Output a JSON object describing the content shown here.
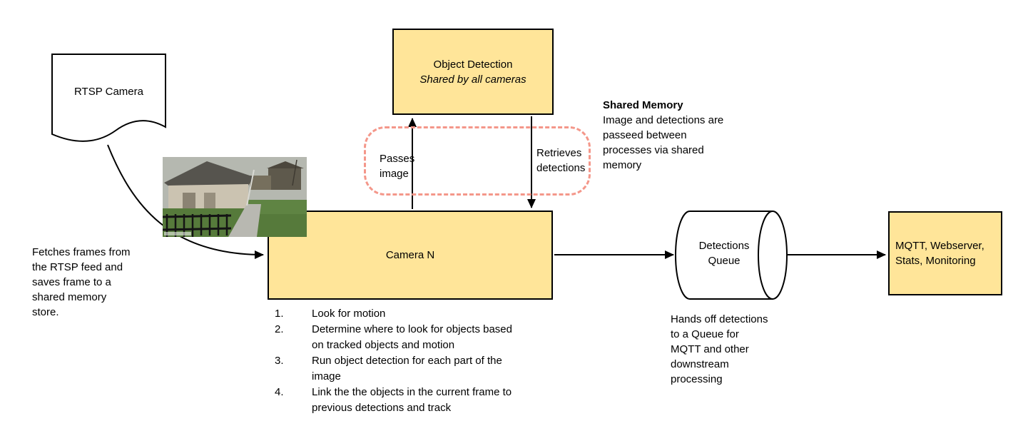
{
  "colors": {
    "node_fill": "#ffe599",
    "node_border": "#000000",
    "shared_memory_dash": "#f4978a",
    "arrow": "#000000"
  },
  "nodes": {
    "rtsp_camera": {
      "label": "RTSP Camera"
    },
    "object_detection": {
      "title": "Object Detection",
      "subtitle": "Shared by all cameras"
    },
    "camera_n": {
      "label": "Camera N"
    },
    "detections_queue": {
      "label": "Detections Queue"
    },
    "outputs": {
      "label": "MQTT, Webserver, Stats, Monitoring"
    }
  },
  "arrows": {
    "passes_image_label": "Passes image",
    "retrieves_detections_label": "Retrieves detections"
  },
  "notes": {
    "shared_memory_title": "Shared Memory",
    "shared_memory_body": "Image and detections are\npasseed between\nprocesses via shared\nmemory",
    "fetch_note": "Fetches frames from\nthe RTSP feed and\nsaves frame to a\nshared memory\nstore.",
    "queue_note": "Hands off detections\nto a Queue for\nMQTT and other\ndownstream\nprocessing"
  },
  "camera_steps": [
    {
      "num": "1.",
      "text": "Look for motion"
    },
    {
      "num": "2.",
      "text": "Determine where to look for objects based on tracked objects and motion"
    },
    {
      "num": "3.",
      "text": "Run object detection for each part of the image"
    },
    {
      "num": "4.",
      "text": "Link the the objects in the current frame to previous detections and track"
    }
  ]
}
